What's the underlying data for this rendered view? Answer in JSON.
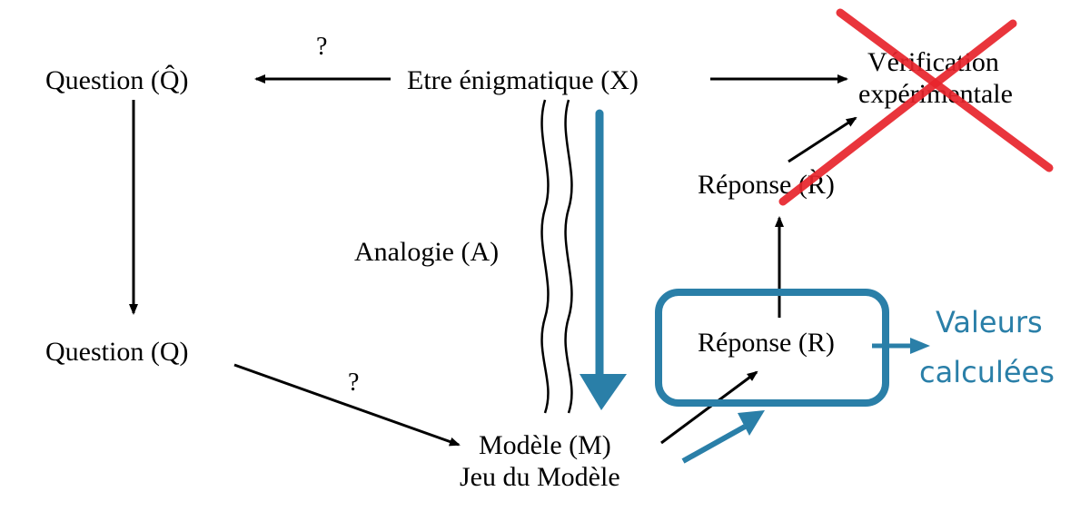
{
  "nodes": {
    "question_hat": "Question (Q̂)",
    "etre_enigmatique": "Etre énigmatique (X)",
    "verification_line1": "Vérification",
    "verification_line2": "expérimentale",
    "reponse_hat": "Réponse (R̀)",
    "analogie": "Analogie (A)",
    "question": "Question (Q)",
    "reponse": "Réponse (R)",
    "modele_line1": "Modèle (M)",
    "modele_line2": "Jeu du Modèle"
  },
  "edge_labels": {
    "top_question_mark": "?",
    "bottom_question_mark": "?"
  },
  "annotation": {
    "line1": "Valeurs",
    "line2": "calculées"
  },
  "colors": {
    "ink": "#000000",
    "annotation_blue": "#2a7fa8",
    "cross_red": "#e8242c"
  }
}
